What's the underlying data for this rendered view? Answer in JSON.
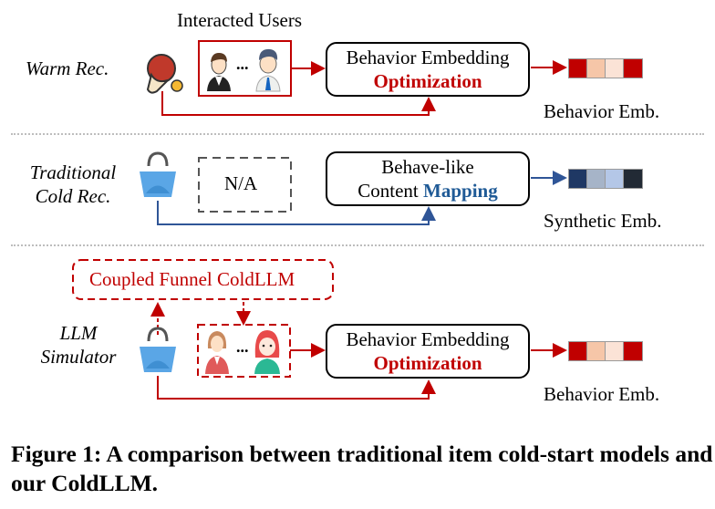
{
  "figure": {
    "rows": [
      {
        "label": "Warm Rec.",
        "item_icon": "ping-pong-paddle-icon",
        "users_header": "Interacted Users",
        "users_box": {
          "style": "solid",
          "icons": [
            "male-user-suit-icon",
            "male-user-tie-icon"
          ],
          "ellipsis": "..."
        },
        "process": {
          "line1": "Behavior Embedding",
          "line2": "Optimization"
        },
        "embedding": {
          "label": "Behavior Emb.",
          "cells": [
            "#c00000",
            "#f6c6a8",
            "#fbe3d6",
            "#c00000"
          ]
        },
        "arrow_color": "#c00000"
      },
      {
        "label_lines": [
          "Traditional",
          "Cold Rec."
        ],
        "item_icon": "shopping-bag-icon",
        "users_box": {
          "style": "dashed",
          "text": "N/A"
        },
        "process": {
          "line1": "Behave-like",
          "line2_plain": "Content ",
          "line2_bold": "Mapping"
        },
        "embedding": {
          "label": "Synthetic Emb.",
          "cells": [
            "#1f3864",
            "#a6b4c8",
            "#b4c7e7",
            "#222a35"
          ]
        },
        "arrow_color": "#2f5597"
      },
      {
        "label_lines": [
          "LLM",
          "Simulator"
        ],
        "item_icon": "shopping-bag-icon",
        "llm_box": "Coupled Funnel ColdLLM",
        "users_box": {
          "style": "dashed",
          "icons": [
            "female-user-icon",
            "female-user-red-hair-icon"
          ],
          "ellipsis": "..."
        },
        "process": {
          "line1": "Behavior Embedding",
          "line2": "Optimization"
        },
        "embedding": {
          "label": "Behavior Emb.",
          "cells": [
            "#c00000",
            "#f6c6a8",
            "#fbe3d6",
            "#c00000"
          ]
        },
        "arrow_color": "#c00000"
      }
    ],
    "caption": "Figure 1: A comparison between traditional item cold-start models and our ColdLLM."
  }
}
